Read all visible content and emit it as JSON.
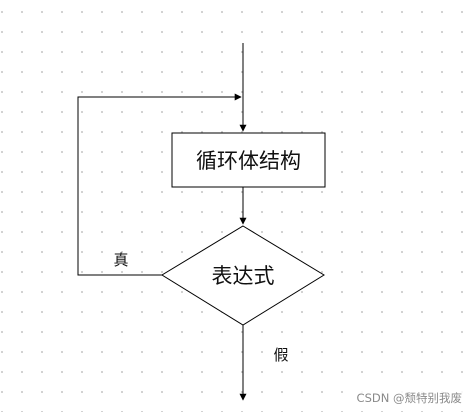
{
  "diagram": {
    "nodes": {
      "loop_body": {
        "label": "循环体结构",
        "shape": "rectangle"
      },
      "condition": {
        "label": "表达式",
        "shape": "diamond"
      }
    },
    "edges": {
      "true_branch": {
        "label": "真",
        "from": "condition",
        "to": "loop_body"
      },
      "false_branch": {
        "label": "假",
        "from": "condition",
        "to": "exit"
      }
    }
  },
  "watermark": {
    "text": "CSDN @颓特别我废"
  },
  "colors": {
    "line": "#000000",
    "text": "#111111",
    "background": "#ffffff",
    "grid_dot": "#c6c6c6"
  }
}
